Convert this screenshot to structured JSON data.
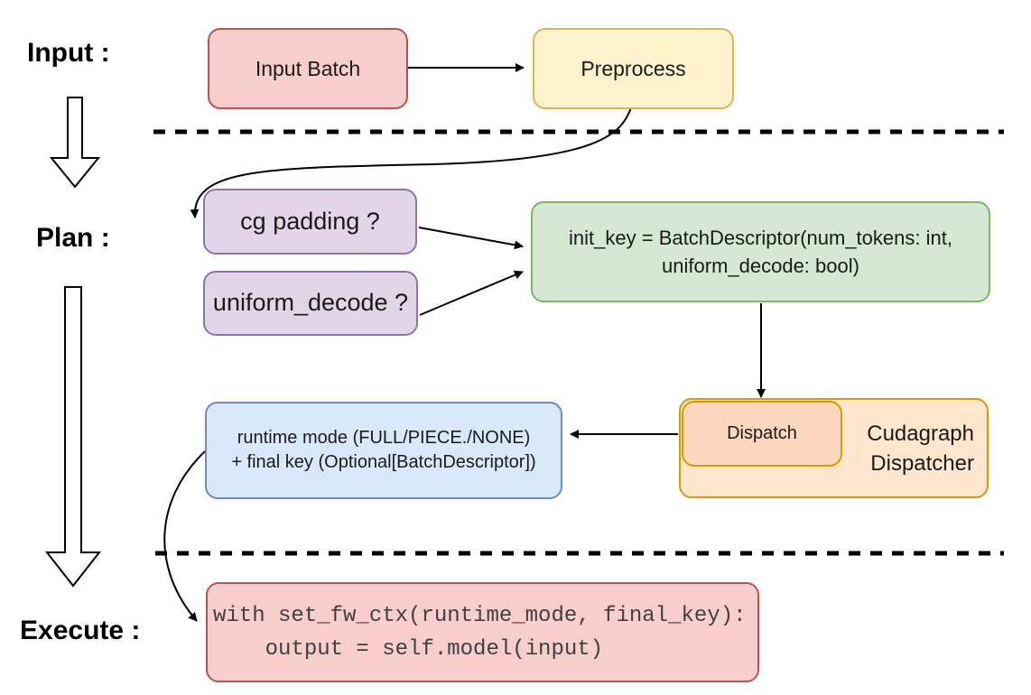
{
  "stage_labels": {
    "input": "Input :",
    "plan": "Plan :",
    "execute": "Execute :"
  },
  "nodes": {
    "input_batch": "Input Batch",
    "preprocess": "Preprocess",
    "cg_padding": "cg padding ?",
    "uniform_decode": "uniform_decode ?",
    "init_key_line1": "init_key = BatchDescriptor(num_tokens: int,",
    "init_key_line2": "uniform_decode: bool)",
    "dispatch": "Dispatch",
    "cudagraph_line1": "Cudagraph",
    "cudagraph_line2": "Dispatcher",
    "runtime_line1": "runtime mode (FULL/PIECE./NONE)",
    "runtime_line2": "+ final key (Optional[BatchDescriptor])",
    "code_line1": "with set_fw_ctx(runtime_mode, final_key):",
    "code_line2": "    output = self.model(input)"
  },
  "colors": {
    "red_fill": "#f8cecc",
    "red_stroke": "#b85450",
    "yellow_fill": "#fff2cc",
    "yellow_stroke": "#d6b656",
    "purple_fill": "#e1d5e7",
    "purple_stroke": "#9673a6",
    "green_fill": "#d5e8d4",
    "green_stroke": "#82b366",
    "blue_fill": "#dae8fc",
    "blue_stroke": "#6c8ebf",
    "orange_fill": "#ffe6cc",
    "orange_inner_fill": "#fbd8bd",
    "orange_stroke": "#d79b00",
    "connector": "#000000",
    "code_text": "#404040"
  }
}
